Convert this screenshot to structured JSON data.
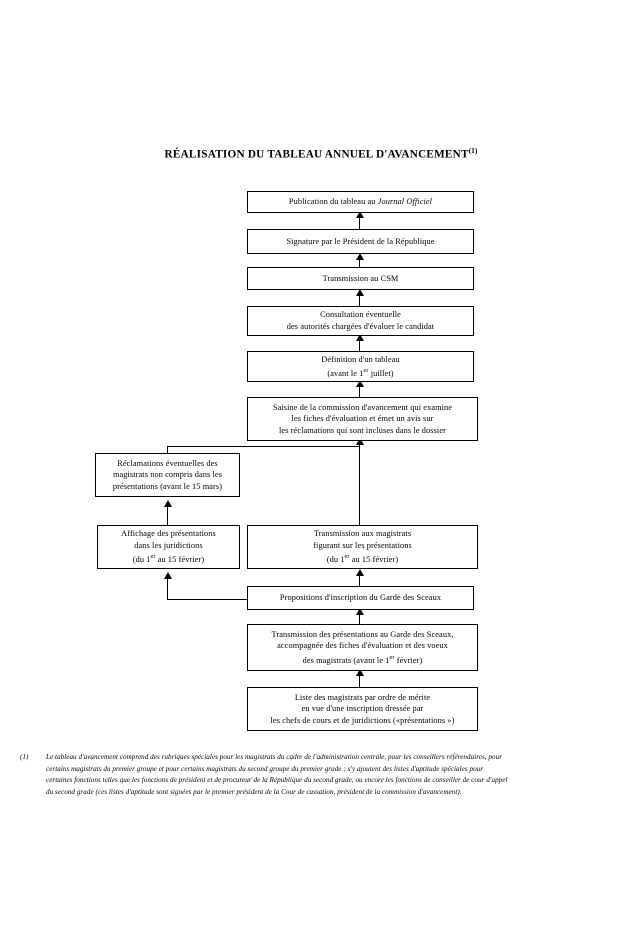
{
  "document": {
    "title": "RÉALISATION DU TABLEAU ANNUEL D'AVANCEMENT",
    "title_footnote_marker": "(1)"
  },
  "chart_data": {
    "type": "diagram",
    "diagram_kind": "flowchart",
    "direction": "bottom-to-top",
    "title": "RÉALISATION DU TABLEAU ANNUEL D'AVANCEMENT (1)",
    "nodes": [
      {
        "id": "publication",
        "lines": [
          "Publication du tableau au Journal Officiel"
        ],
        "emphasis": "Journal Officiel"
      },
      {
        "id": "signature",
        "lines": [
          "Signature par le Président de la République"
        ]
      },
      {
        "id": "transmission-csm",
        "lines": [
          "Transmission au CSM"
        ]
      },
      {
        "id": "consultation",
        "lines": [
          "Consultation éventuelle",
          "des autorités chargées d'évaluer le candidat"
        ]
      },
      {
        "id": "definition-tableau",
        "lines": [
          "Définition d'un tableau",
          "(avant le 1er juillet)"
        ]
      },
      {
        "id": "saisine-commission",
        "lines": [
          "Saisine de la commission d'avancement qui examine",
          "les fiches d'évaluation et émet un avis sur",
          "les réclamations qui sont incluses dans le dossier"
        ]
      },
      {
        "id": "reclamations",
        "lines": [
          "Réclamations éventuelles des",
          "magistrats non compris dans les",
          "présentations (avant le 15 mars)"
        ]
      },
      {
        "id": "affichage",
        "lines": [
          "Affichage des présentations",
          "dans les juridictions",
          "(du 1er au 15 février)"
        ]
      },
      {
        "id": "transmission-magistrats",
        "lines": [
          "Transmission aux magistrats",
          "figurant sur les présentations",
          "(du 1er au 15 février)"
        ]
      },
      {
        "id": "propositions",
        "lines": [
          "Propositions d'inscription du Garde des Sceaux"
        ]
      },
      {
        "id": "transmission-presentations",
        "lines": [
          "Transmission des présentations au Garde des Sceaux,",
          "accompagnée des fiches d'évaluation et des voeux",
          "des magistrats (avant le 1er février)"
        ]
      },
      {
        "id": "liste-magistrats",
        "lines": [
          "Liste des magistrats par ordre de mérite",
          "en vue d'une inscription dressée par",
          "les chefs de cours et de juridictions («présentations »)"
        ]
      }
    ],
    "edges": [
      {
        "from": "signature",
        "to": "publication"
      },
      {
        "from": "transmission-csm",
        "to": "signature"
      },
      {
        "from": "consultation",
        "to": "transmission-csm"
      },
      {
        "from": "definition-tableau",
        "to": "consultation"
      },
      {
        "from": "saisine-commission",
        "to": "definition-tableau"
      },
      {
        "from": "reclamations",
        "to": "saisine-commission"
      },
      {
        "from": "transmission-magistrats",
        "to": "saisine-commission"
      },
      {
        "from": "affichage",
        "to": "reclamations"
      },
      {
        "from": "propositions",
        "to": "affichage"
      },
      {
        "from": "propositions",
        "to": "transmission-magistrats"
      },
      {
        "from": "transmission-presentations",
        "to": "propositions"
      },
      {
        "from": "liste-magistrats",
        "to": "transmission-presentations"
      }
    ],
    "line_color": "#000000",
    "box_fill": "#ffffff",
    "background": "#ffffff"
  },
  "nodes": {
    "publication": {
      "l1a": "Publication du tableau au ",
      "l1b": "Journal Officiel"
    },
    "signature": {
      "l1": "Signature par le Président de la République"
    },
    "transmission_csm": {
      "l1": "Transmission au CSM"
    },
    "consultation": {
      "l1": "Consultation éventuelle",
      "l2": "des autorités chargées d'évaluer le candidat"
    },
    "definition_tableau": {
      "l1": "Définition d'un tableau",
      "l2a": "(avant le 1",
      "l2sup": "er",
      "l2b": " juillet)"
    },
    "saisine": {
      "l1": "Saisine de la commission d'avancement qui examine",
      "l2": "les fiches d'évaluation et émet un avis sur",
      "l3": "les réclamations qui sont incluses dans le dossier"
    },
    "reclamations": {
      "l1": "Réclamations éventuelles des",
      "l2": "magistrats non compris dans les",
      "l3": "présentations (avant le 15 mars)"
    },
    "affichage": {
      "l1": "Affichage des présentations",
      "l2": "dans les juridictions",
      "l3a": "(du 1",
      "l3sup": "er",
      "l3b": " au 15 février)"
    },
    "transmission_magistrats": {
      "l1": "Transmission aux magistrats",
      "l2": "figurant sur les présentations",
      "l3a": "(du 1",
      "l3sup": "er",
      "l3b": " au 15 février)"
    },
    "propositions": {
      "l1": "Propositions d'inscription du Garde des Sceaux"
    },
    "transmission_presentations": {
      "l1": "Transmission des présentations au Garde des Sceaux,",
      "l2": "accompagnée des fiches d'évaluation et des voeux",
      "l3a": "des magistrats (avant le 1",
      "l3sup": "er",
      "l3b": " février)"
    },
    "liste_magistrats": {
      "l1": "Liste des magistrats par ordre de mérite",
      "l2": "en vue d'une inscription dressée par",
      "l3": "les chefs de cours et de juridictions («présentations »)"
    }
  },
  "footnote": {
    "marker": "(1)",
    "line1": "Le tableau d'avancement comprend des rubriques spéciales pour les magistrats du cadre de l'administration centrale, pour les conseillers référendaires, pour",
    "line2": "certains magistrats du premier groupe et pour certains magistrats du second groupe du premier grade ; s'y ajoutent des listes d'aptitude spéciales pour",
    "line3": "certaines fonctions telles que les fonctions de président et de procureur de la République du second grade, ou encore les fonctions de conseiller de cour d'appel",
    "line4": "du second grade (ces listes d'aptitude sont signées par le premier président de la Cour de cassation, président de la commission d'avancement)."
  }
}
